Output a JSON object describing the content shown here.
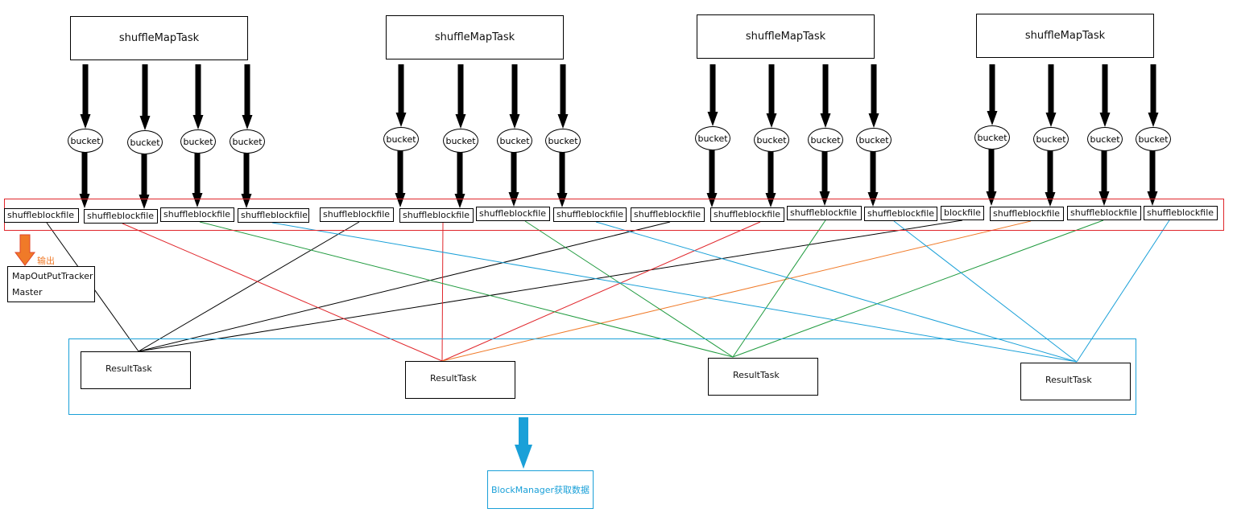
{
  "map_tasks": [
    {
      "label": "shuffleMapTask"
    },
    {
      "label": "shuffleMapTask"
    },
    {
      "label": "shuffleMapTask"
    },
    {
      "label": "shuffleMapTask"
    }
  ],
  "bucket_label": "bucket",
  "block_files": [
    "shuffleblockfile",
    "shuffleblockfile",
    "shuffleblockfile",
    "shuffleblockfile",
    "shuffleblockfile",
    "shuffleblockfile",
    "shuffleblockfile",
    "shuffleblockfile",
    "shuffleblockfile",
    "shuffleblockfile",
    "shuffleblockfile",
    "shuffleblockfile",
    "blockfile",
    "shuffleblockfile",
    "shuffleblockfile",
    "shuffleblockfile"
  ],
  "tracker": {
    "line1": "MapOutPutTracker",
    "line2": "Master",
    "output_label": "输出"
  },
  "result_tasks": [
    {
      "label": "ResultTask"
    },
    {
      "label": "ResultTask"
    },
    {
      "label": "ResultTask"
    },
    {
      "label": "ResultTask"
    }
  ],
  "block_manager": {
    "label": "BlockManager获取数据"
  },
  "colors": {
    "result_0": "#000000",
    "result_1": "#e0252a",
    "result_1_extra": "#f07a28",
    "result_2": "#1f9a3e",
    "result_3": "#1aa0d8",
    "group_border": "#e0252a",
    "result_group_border": "#1aa0d8",
    "tracker_arrow": "#f07a28",
    "bm_arrow": "#1aa0d8"
  },
  "connections": [
    {
      "from_block": 0,
      "to_result": 0,
      "color": "result_0"
    },
    {
      "from_block": 4,
      "to_result": 0,
      "color": "result_0"
    },
    {
      "from_block": 8,
      "to_result": 0,
      "color": "result_0"
    },
    {
      "from_block": 12,
      "to_result": 0,
      "color": "result_0"
    },
    {
      "from_block": 1,
      "to_result": 1,
      "color": "result_1"
    },
    {
      "from_block": 5,
      "to_result": 1,
      "color": "result_1"
    },
    {
      "from_block": 9,
      "to_result": 1,
      "color": "result_1"
    },
    {
      "from_block": 13,
      "to_result": 1,
      "color": "result_1_extra"
    },
    {
      "from_block": 2,
      "to_result": 2,
      "color": "result_2"
    },
    {
      "from_block": 6,
      "to_result": 2,
      "color": "result_2"
    },
    {
      "from_block": 10,
      "to_result": 2,
      "color": "result_2"
    },
    {
      "from_block": 14,
      "to_result": 2,
      "color": "result_2"
    },
    {
      "from_block": 3,
      "to_result": 3,
      "color": "result_3"
    },
    {
      "from_block": 7,
      "to_result": 3,
      "color": "result_3"
    },
    {
      "from_block": 11,
      "to_result": 3,
      "color": "result_3"
    },
    {
      "from_block": 15,
      "to_result": 3,
      "color": "result_3"
    }
  ]
}
